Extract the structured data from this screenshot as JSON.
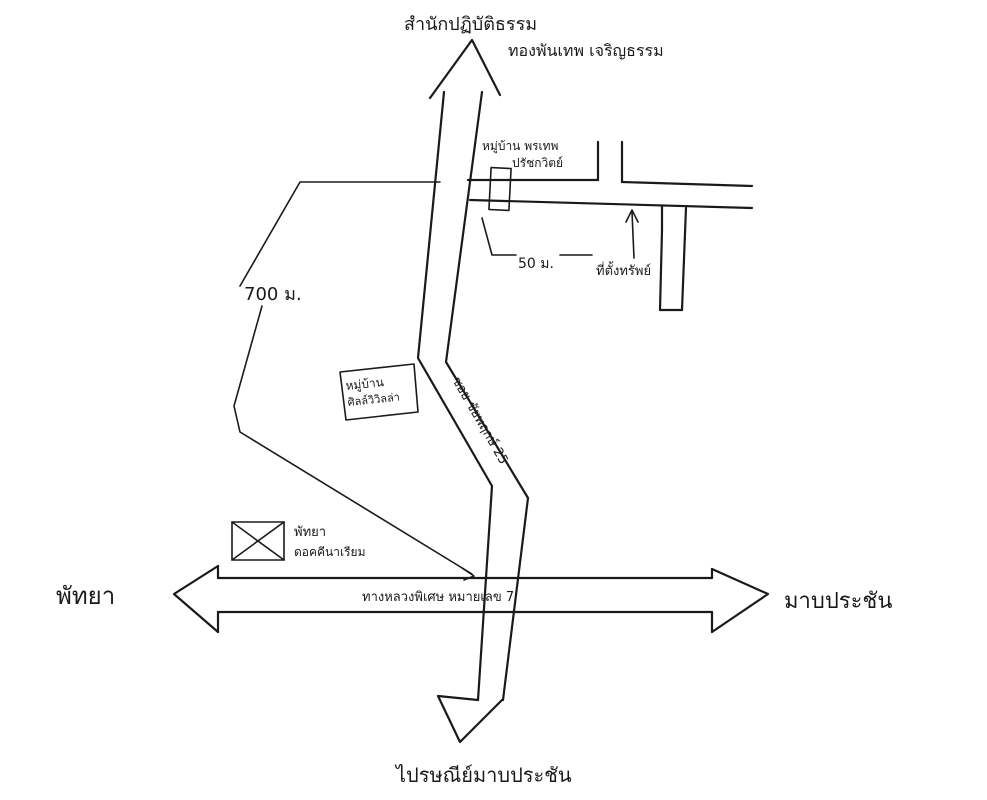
{
  "labels": {
    "top_destination_line1": "สำนักปฏิบัติธรรม",
    "top_destination_line2": "ทองพันเทพ เจริญธรรม",
    "village_line1": "หมู่บ้าน พรเทพ",
    "village_line2": "ปรัชกวิตย์",
    "distance_short": "50 ม.",
    "site_label": "ที่ตั้งทรัพย์",
    "distance_long": "700 ม.",
    "village_left_line1": "หมู่บ้าน",
    "village_left_line2": "ศิลล์วิวิลล่า",
    "soi_label": "ซอย ชัยพฤกษ์ 25",
    "condo_line1": "พัทยา",
    "condo_line2": "ดอคคีนาเรียม",
    "left_destination": "พัทยา",
    "right_destination": "มาบประชัน",
    "highway_label": "ทางหลวงพิเศษ หมายเลข 7",
    "bottom_destination": "ไปรษณีย์มาบประชัน"
  },
  "colors": {
    "ink": "#1a1a1a",
    "paper": "#ffffff"
  }
}
